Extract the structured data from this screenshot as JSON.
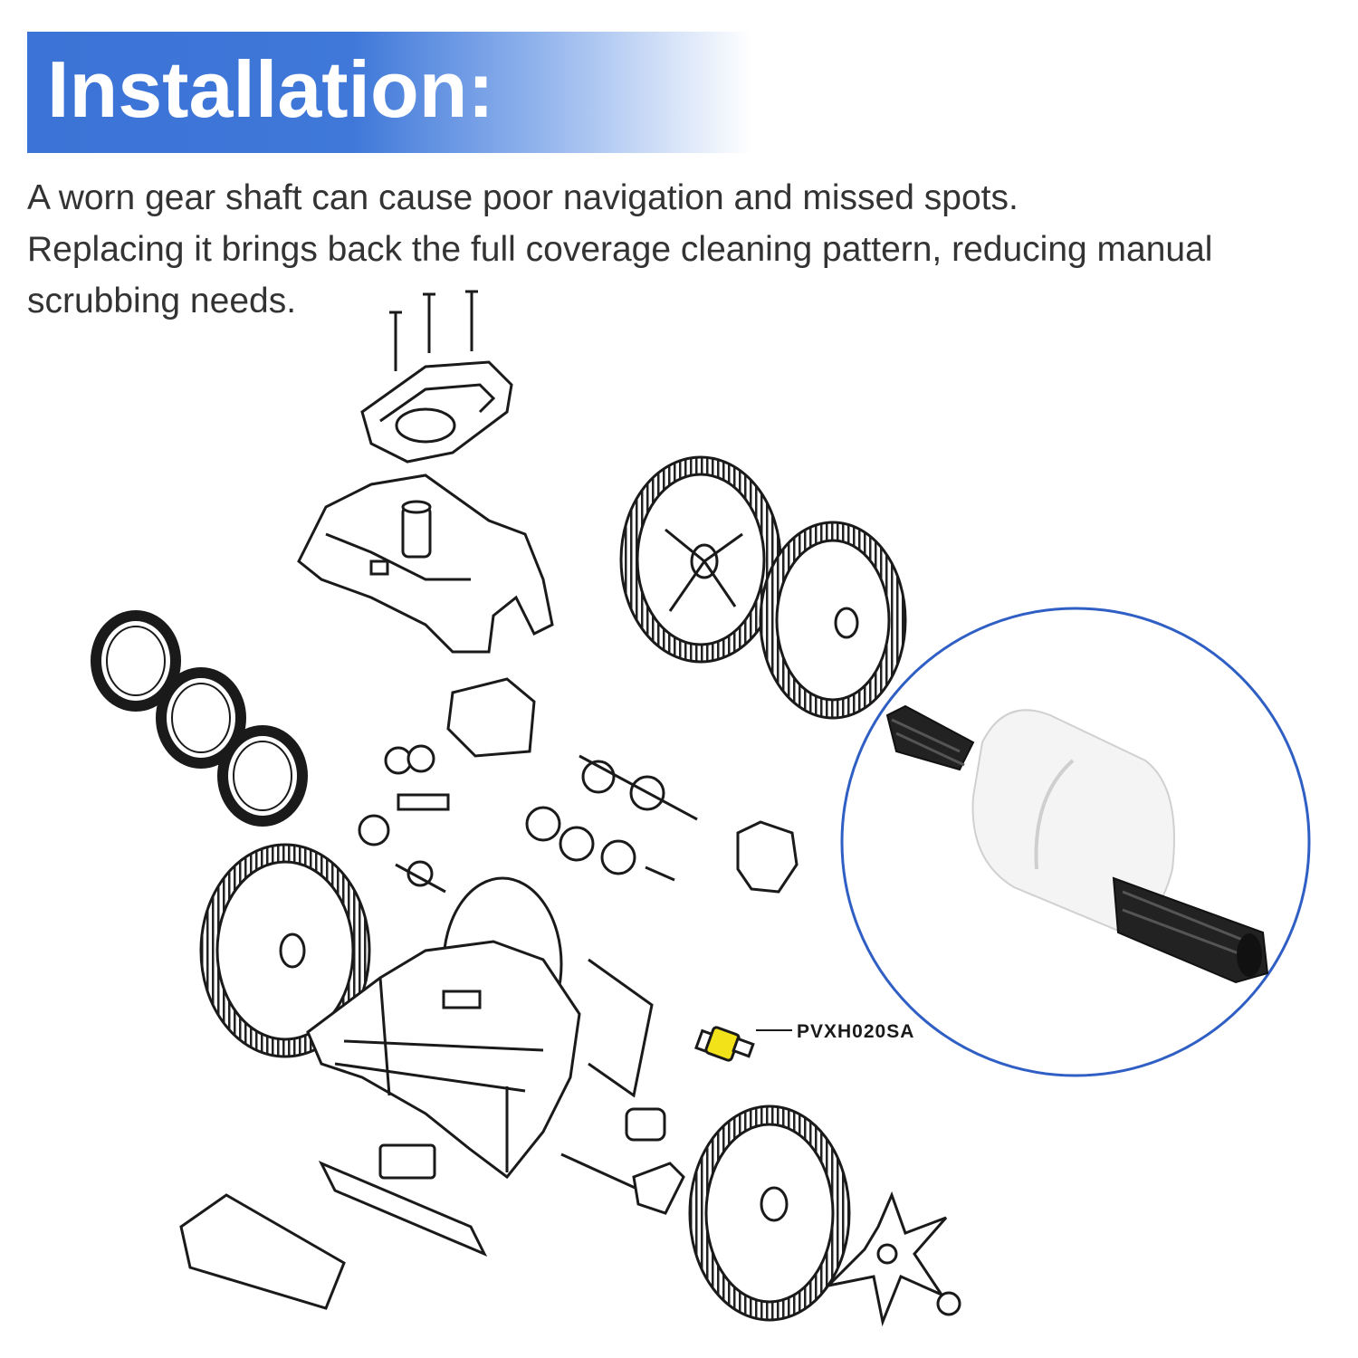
{
  "header": {
    "title": "Installation:"
  },
  "description": {
    "lines": [
      "A worn gear shaft can cause poor navigation and missed spots.",
      "Replacing it brings back the full coverage cleaning pattern, reducing manual",
      "scrubbing needs."
    ]
  },
  "callout": {
    "part_number": "PVXH020SA"
  },
  "colors": {
    "banner": "#3b73d6",
    "highlight_part": "#f2e21a",
    "zoom_circle": "#2f5fc4",
    "line_art": "#1a1a1a"
  }
}
